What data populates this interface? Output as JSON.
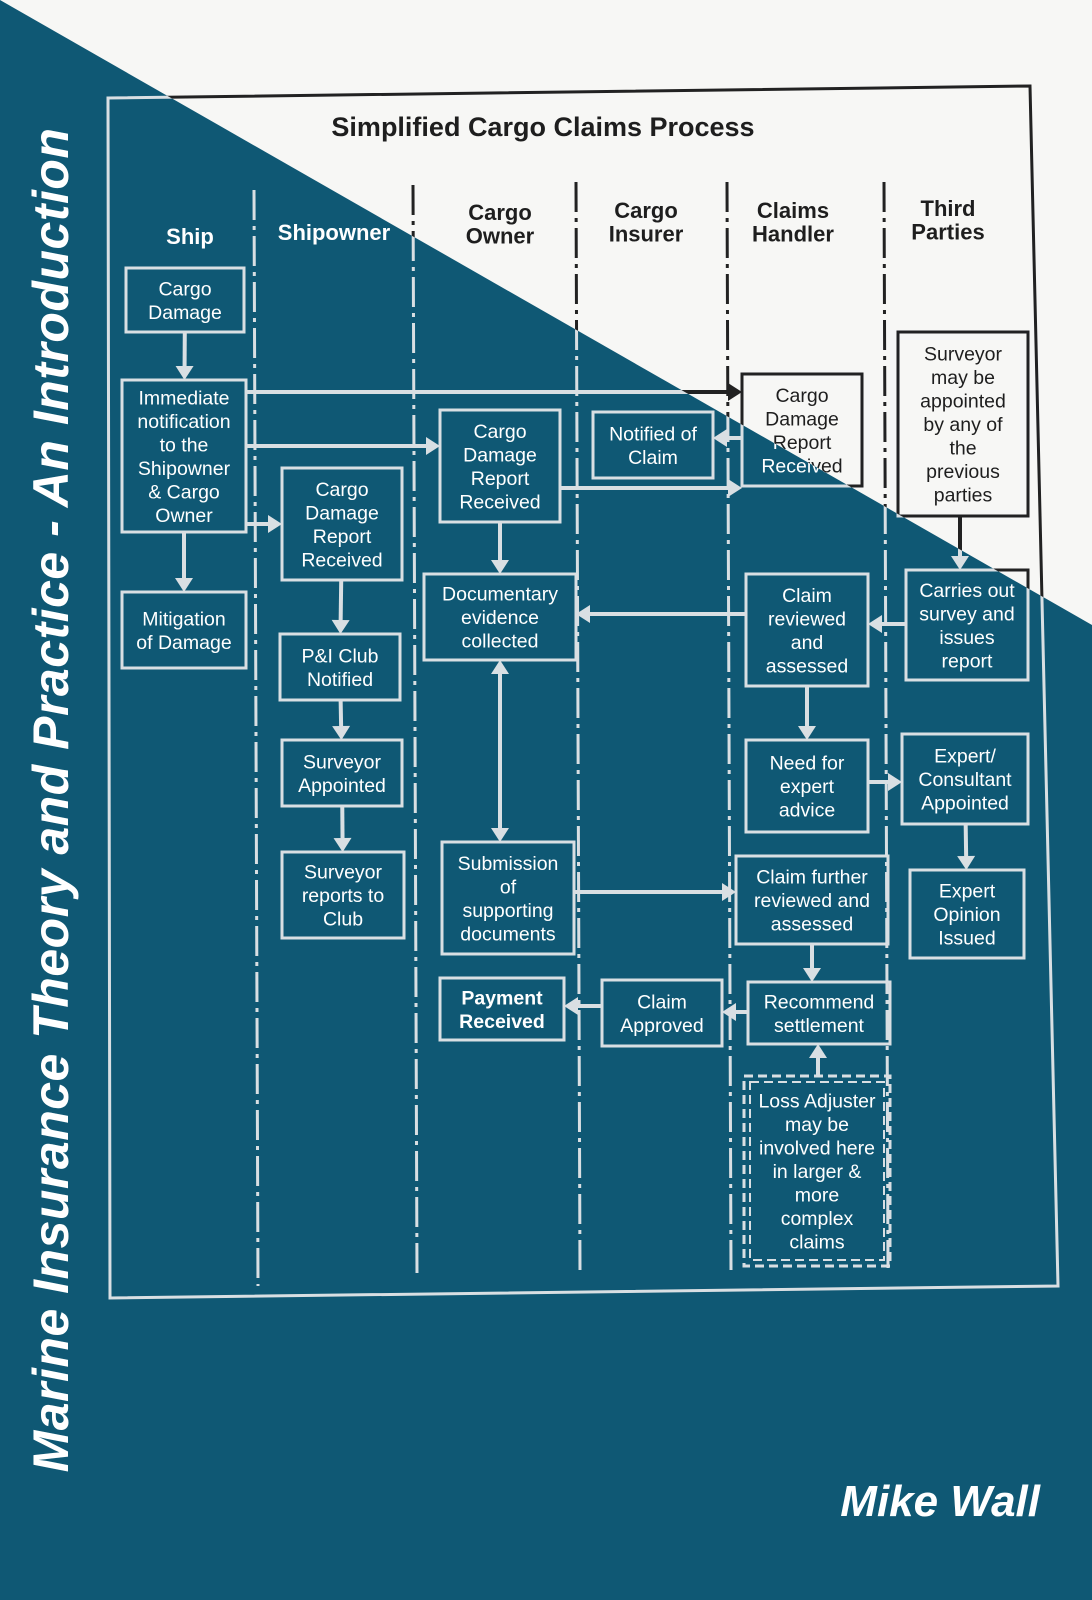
{
  "book": {
    "title": "Marine Insurance Theory and Practice - An Introduction",
    "author": "Mike Wall"
  },
  "diagram": {
    "title": "Simplified Cargo Claims Process",
    "lanes": [
      {
        "id": "ship",
        "lines": [
          "Ship"
        ]
      },
      {
        "id": "shipowner",
        "lines": [
          "Shipowner"
        ]
      },
      {
        "id": "cargo-owner",
        "lines": [
          "Cargo",
          "Owner"
        ]
      },
      {
        "id": "cargo-insurer",
        "lines": [
          "Cargo",
          "Insurer"
        ]
      },
      {
        "id": "claims-handler",
        "lines": [
          "Claims",
          "Handler"
        ]
      },
      {
        "id": "third-parties",
        "lines": [
          "Third",
          "Parties"
        ]
      }
    ],
    "nodes": [
      {
        "id": "cargo-damage",
        "lines": [
          "Cargo",
          "Damage"
        ]
      },
      {
        "id": "immediate-notification",
        "lines": [
          "Immediate",
          "notification",
          "to the",
          "Shipowner",
          "& Cargo",
          "Owner"
        ]
      },
      {
        "id": "mitigation-of-damage",
        "lines": [
          "Mitigation",
          "of Damage"
        ]
      },
      {
        "id": "shipowner-report-received",
        "lines": [
          "Cargo",
          "Damage",
          "Report",
          "Received"
        ]
      },
      {
        "id": "pi-club-notified",
        "lines": [
          "P&I Club",
          "Notified"
        ]
      },
      {
        "id": "surveyor-appointed",
        "lines": [
          "Surveyor",
          "Appointed"
        ]
      },
      {
        "id": "surveyor-reports-to-club",
        "lines": [
          "Surveyor",
          "reports to",
          "Club"
        ]
      },
      {
        "id": "cargo-owner-report-received",
        "lines": [
          "Cargo",
          "Damage",
          "Report",
          "Received"
        ]
      },
      {
        "id": "documentary-evidence-collected",
        "lines": [
          "Documentary",
          "evidence",
          "collected"
        ]
      },
      {
        "id": "submission-of-supporting-documents",
        "lines": [
          "Submission",
          "of",
          "supporting",
          "documents"
        ]
      },
      {
        "id": "payment-received",
        "lines": [
          "Payment",
          "Received"
        ]
      },
      {
        "id": "notified-of-claim",
        "lines": [
          "Notified of",
          "Claim"
        ]
      },
      {
        "id": "claim-approved",
        "lines": [
          "Claim",
          "Approved"
        ]
      },
      {
        "id": "handler-report-received",
        "lines": [
          "Cargo",
          "Damage",
          "Report",
          "Received"
        ]
      },
      {
        "id": "claim-reviewed-and-assessed",
        "lines": [
          "Claim",
          "reviewed",
          "and",
          "assessed"
        ]
      },
      {
        "id": "need-for-expert-advice",
        "lines": [
          "Need for",
          "expert",
          "advice"
        ]
      },
      {
        "id": "claim-further-reviewed",
        "lines": [
          "Claim further",
          "reviewed and",
          "assessed"
        ]
      },
      {
        "id": "recommend-settlement",
        "lines": [
          "Recommend",
          "settlement"
        ]
      },
      {
        "id": "loss-adjuster",
        "lines": [
          "Loss Adjuster",
          "may be",
          "involved here",
          "in larger &",
          "more",
          "complex",
          "claims"
        ]
      },
      {
        "id": "surveyor-may-be-appointed",
        "lines": [
          "Surveyor",
          "may be",
          "appointed",
          "by any of",
          "the",
          "previous",
          "parties"
        ]
      },
      {
        "id": "carries-out-survey",
        "lines": [
          "Carries out",
          "survey and",
          "issues",
          "report"
        ]
      },
      {
        "id": "expert-consultant-appointed",
        "lines": [
          "Expert/",
          "Consultant",
          "Appointed"
        ]
      },
      {
        "id": "expert-opinion-issued",
        "lines": [
          "Expert",
          "Opinion",
          "Issued"
        ]
      }
    ],
    "edges": [
      {
        "from": "cargo-damage",
        "to": "immediate-notification"
      },
      {
        "from": "immediate-notification",
        "to": "mitigation-of-damage"
      },
      {
        "from": "immediate-notification",
        "to": "shipowner-report-received"
      },
      {
        "from": "immediate-notification",
        "to": "cargo-owner-report-received"
      },
      {
        "from": "immediate-notification",
        "to": "handler-report-received"
      },
      {
        "from": "shipowner-report-received",
        "to": "pi-club-notified"
      },
      {
        "from": "pi-club-notified",
        "to": "surveyor-appointed"
      },
      {
        "from": "surveyor-appointed",
        "to": "surveyor-reports-to-club"
      },
      {
        "from": "cargo-owner-report-received",
        "to": "documentary-evidence-collected"
      },
      {
        "from": "cargo-owner-report-received",
        "to": "handler-report-received"
      },
      {
        "from": "handler-report-received",
        "to": "notified-of-claim"
      },
      {
        "from": "documentary-evidence-collected",
        "to": "submission-of-supporting-documents",
        "both_ways": true
      },
      {
        "from": "claim-reviewed-and-assessed",
        "to": "documentary-evidence-collected"
      },
      {
        "from": "surveyor-may-be-appointed",
        "to": "carries-out-survey"
      },
      {
        "from": "carries-out-survey",
        "to": "claim-reviewed-and-assessed"
      },
      {
        "from": "claim-reviewed-and-assessed",
        "to": "need-for-expert-advice"
      },
      {
        "from": "need-for-expert-advice",
        "to": "expert-consultant-appointed"
      },
      {
        "from": "expert-consultant-appointed",
        "to": "expert-opinion-issued"
      },
      {
        "from": "submission-of-supporting-documents",
        "to": "claim-further-reviewed"
      },
      {
        "from": "claim-further-reviewed",
        "to": "recommend-settlement"
      },
      {
        "from": "loss-adjuster",
        "to": "recommend-settlement"
      },
      {
        "from": "recommend-settlement",
        "to": "claim-approved"
      },
      {
        "from": "claim-approved",
        "to": "payment-received"
      }
    ]
  },
  "colors": {
    "cover_blue": "#0f5874",
    "paper_white": "#f7f7f5",
    "line_light": "#d9dfe3",
    "line_dark": "#222222",
    "text_white": "#ffffff",
    "text_dark": "#1e1e1e"
  }
}
